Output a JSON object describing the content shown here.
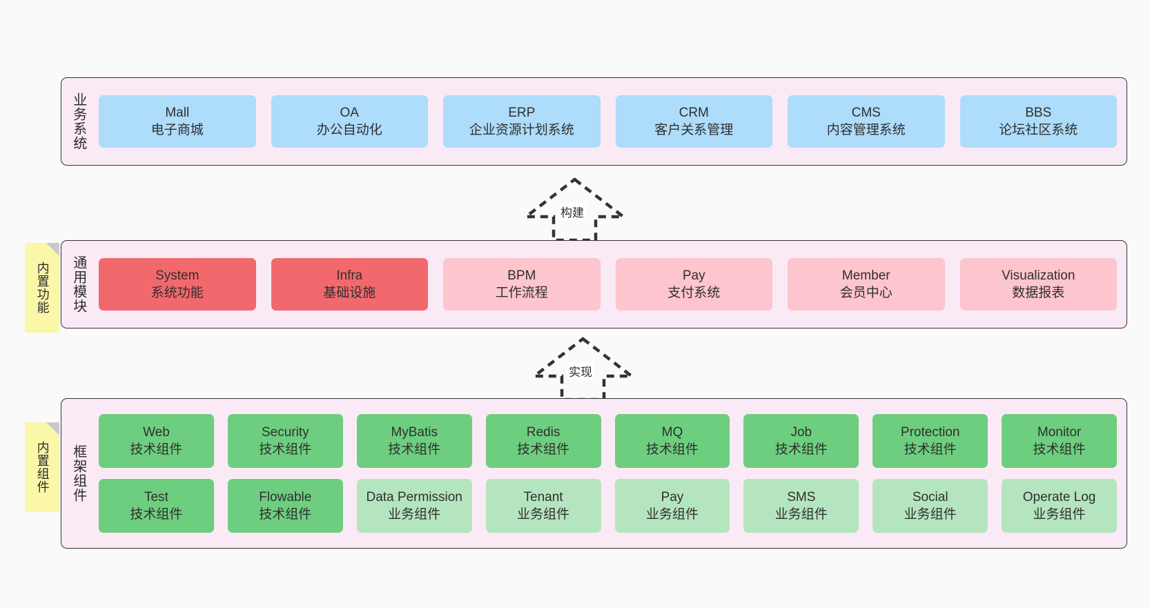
{
  "diagram": {
    "title": "",
    "colors": {
      "canvas": "#fafafa",
      "layer_panel": "#faeaf5",
      "business_box": "#aedcfb",
      "module_core": "#f2696d",
      "module_optional": "#fdc5cd",
      "component_tech": "#6ece7f",
      "component_business": "#b5e5bf",
      "sticky_note": "#fbf7a8",
      "stroke": "#333333"
    }
  },
  "layers": {
    "business": {
      "title": "业务系统",
      "rows": [
        {
          "cells": [
            {
              "name": "Mall",
              "desc": "电子商城",
              "variant": "c-blue"
            },
            {
              "name": "OA",
              "desc": "办公自动化",
              "variant": "c-blue"
            },
            {
              "name": "ERP",
              "desc": "企业资源计划系统",
              "variant": "c-blue"
            },
            {
              "name": "CRM",
              "desc": "客户关系管理",
              "variant": "c-blue"
            },
            {
              "name": "CMS",
              "desc": "内容管理系统",
              "variant": "c-blue"
            },
            {
              "name": "BBS",
              "desc": "论坛社区系统",
              "variant": "c-blue"
            }
          ]
        }
      ]
    },
    "common": {
      "title": "通用模块",
      "rows": [
        {
          "cells": [
            {
              "name": "System",
              "desc": "系统功能",
              "variant": "c-red"
            },
            {
              "name": "Infra",
              "desc": "基础设施",
              "variant": "c-red"
            },
            {
              "name": "BPM",
              "desc": "工作流程",
              "variant": "c-pink"
            },
            {
              "name": "Pay",
              "desc": "支付系统",
              "variant": "c-pink"
            },
            {
              "name": "Member",
              "desc": "会员中心",
              "variant": "c-pink"
            },
            {
              "name": "Visualization",
              "desc": "数据报表",
              "variant": "c-pink"
            }
          ]
        }
      ]
    },
    "framework": {
      "title": "框架组件",
      "rows": [
        {
          "cells": [
            {
              "name": "Web",
              "desc": "技术组件",
              "variant": "c-green"
            },
            {
              "name": "Security",
              "desc": "技术组件",
              "variant": "c-green"
            },
            {
              "name": "MyBatis",
              "desc": "技术组件",
              "variant": "c-green"
            },
            {
              "name": "Redis",
              "desc": "技术组件",
              "variant": "c-green"
            },
            {
              "name": "MQ",
              "desc": "技术组件",
              "variant": "c-green"
            },
            {
              "name": "Job",
              "desc": "技术组件",
              "variant": "c-green"
            },
            {
              "name": "Protection",
              "desc": "技术组件",
              "variant": "c-green"
            },
            {
              "name": "Monitor",
              "desc": "技术组件",
              "variant": "c-green"
            }
          ]
        },
        {
          "cells": [
            {
              "name": "Test",
              "desc": "技术组件",
              "variant": "c-green"
            },
            {
              "name": "Flowable",
              "desc": "技术组件",
              "variant": "c-green"
            },
            {
              "name": "Data Permission",
              "desc": "业务组件",
              "variant": "c-greenlight"
            },
            {
              "name": "Tenant",
              "desc": "业务组件",
              "variant": "c-greenlight"
            },
            {
              "name": "Pay",
              "desc": "业务组件",
              "variant": "c-greenlight"
            },
            {
              "name": "SMS",
              "desc": "业务组件",
              "variant": "c-greenlight"
            },
            {
              "name": "Social",
              "desc": "业务组件",
              "variant": "c-greenlight"
            },
            {
              "name": "Operate Log",
              "desc": "业务组件",
              "variant": "c-greenlight"
            }
          ]
        }
      ]
    }
  },
  "notes": [
    {
      "key": "builtin_function",
      "label": "内置功能"
    },
    {
      "key": "builtin_component",
      "label": "内置组件"
    }
  ],
  "arrows": [
    {
      "key": "build",
      "label": "构建",
      "from": "common",
      "to": "business"
    },
    {
      "key": "implement",
      "label": "实现",
      "from": "framework",
      "to": "common"
    }
  ]
}
